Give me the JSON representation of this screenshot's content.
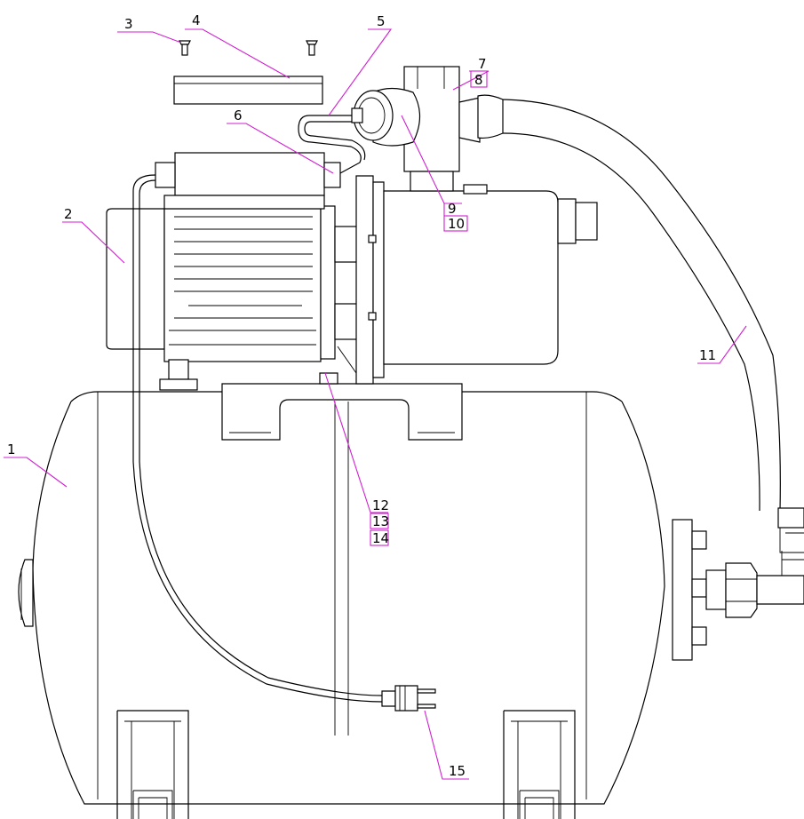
{
  "labels": {
    "l1": "1",
    "l2": "2",
    "l3": "3",
    "l4": "4",
    "l5": "5",
    "l6": "6",
    "l7": "7",
    "l8": "8",
    "l9": "9",
    "l10": "10",
    "l11": "11",
    "l12": "12",
    "l13": "13",
    "l14": "14",
    "l15": "15"
  },
  "colors": {
    "leader": "#d020d0",
    "line": "#000000",
    "background": "#ffffff"
  }
}
